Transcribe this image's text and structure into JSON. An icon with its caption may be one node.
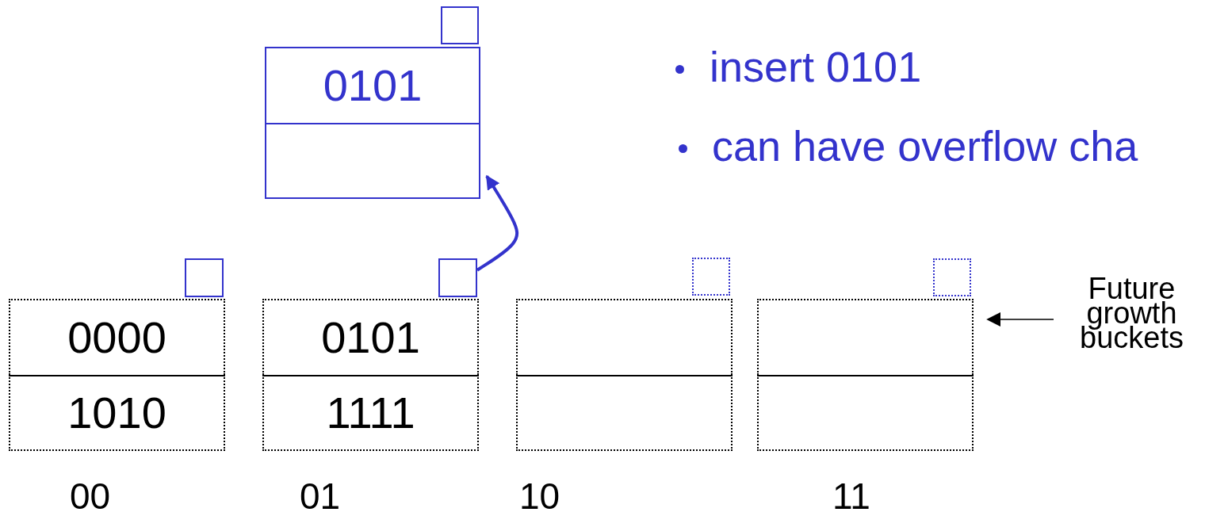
{
  "diagram": {
    "nodes": [
      {
        "text": [],
        "shape": "box"
      },
      {
        "text": [],
        "shape": "box"
      },
      {
        "text": [
          "0101"
        ],
        "in": 1
      },
      {
        "text": [],
        "shape": "box",
        "in": 1
      },
      {
        "text": [],
        "shape": "box"
      },
      {
        "text": [],
        "shape": "box"
      },
      {
        "text": [],
        "shape": "box"
      },
      {
        "text": [],
        "shape": "box"
      },
      {
        "text": [],
        "shape": "box",
        "beside": [
          "00"
        ]
      },
      {
        "text": [
          "0000"
        ],
        "in": 8
      },
      {
        "text": [
          "1010"
        ],
        "in": 8
      },
      {
        "text": [],
        "shape": "box",
        "beside": [
          "01"
        ]
      },
      {
        "text": [
          "0101"
        ],
        "in": 11
      },
      {
        "text": [
          "1111"
        ],
        "in": 11
      },
      {
        "text": [],
        "shape": "box",
        "beside": [
          "10"
        ]
      },
      {
        "text": [],
        "shape": "box",
        "in": 14
      },
      {
        "text": [],
        "shape": "box",
        "in": 14
      },
      {
        "text": [],
        "shape": "box",
        "beside": [
          "11"
        ]
      },
      {
        "text": [],
        "shape": "box",
        "in": 17
      },
      {
        "text": [],
        "shape": "box",
        "in": 17
      },
      {
        "text": [
          "Future growth buckets"
        ]
      }
    ],
    "edges": [
      {
        "from": 5,
        "to": 1,
        "arrow": "to",
        "style": "thick",
        "color": "#3333cc"
      },
      {
        "from": 20,
        "to": 17,
        "arrow": "to",
        "color": "#000000"
      }
    ],
    "labels": [
      "insert 0101",
      "can have overflow cha"
    ]
  }
}
